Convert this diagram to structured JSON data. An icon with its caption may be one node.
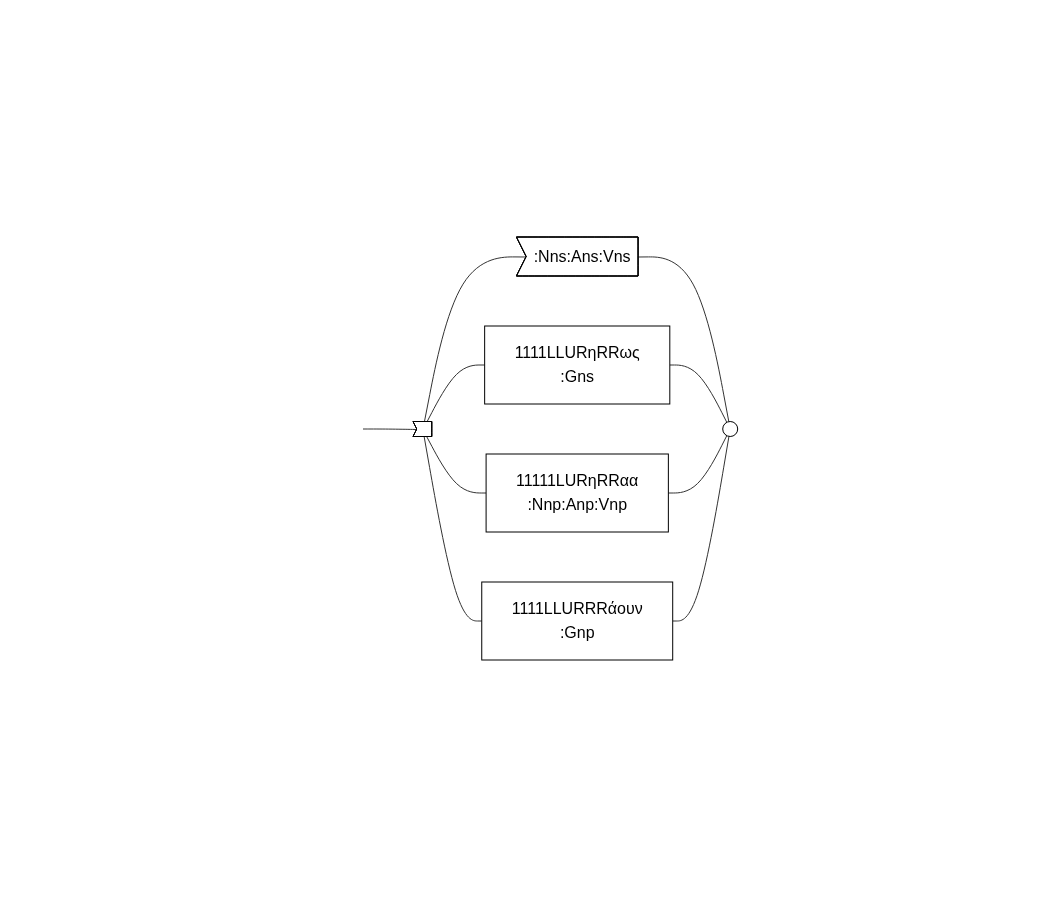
{
  "diagram": {
    "nodes": [
      {
        "text": [],
        "shape": "triangle"
      },
      {
        "text": [
          ":Nns:Ans:Vns"
        ]
      },
      {
        "text": [
          "1111LLURηRRως",
          ":Gns"
        ]
      },
      {
        "text": [
          "11111LURηRRαα",
          ":Nnp:Anp:Vnp"
        ]
      },
      {
        "text": [
          "1111LLURRRάουν",
          ":Gnp"
        ]
      },
      {
        "text": [],
        "shape": "circle"
      }
    ],
    "edges": [
      {
        "from": null,
        "to": 0,
        "arrow": "none"
      },
      {
        "from": 0,
        "to": 1,
        "arrow": "none"
      },
      {
        "from": 0,
        "to": 2,
        "arrow": "none"
      },
      {
        "from": 0,
        "to": 3,
        "arrow": "none"
      },
      {
        "from": 0,
        "to": 4,
        "arrow": "none"
      },
      {
        "from": 1,
        "to": 5,
        "arrow": "none"
      },
      {
        "from": 2,
        "to": 5,
        "arrow": "none"
      },
      {
        "from": 3,
        "to": 5,
        "arrow": "none"
      },
      {
        "from": 4,
        "to": 5,
        "arrow": "none"
      }
    ]
  }
}
